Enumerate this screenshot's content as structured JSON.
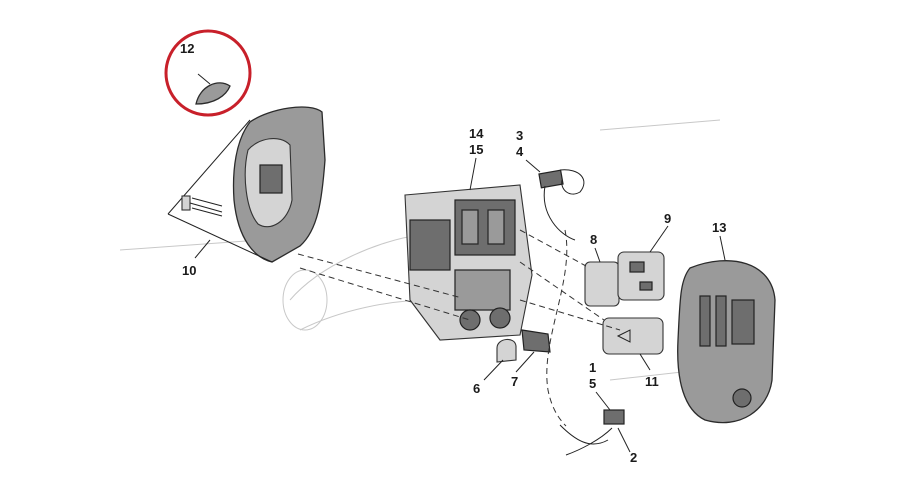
{
  "callouts": {
    "c1": "1",
    "c2": "2",
    "c3": "3",
    "c4": "4",
    "c5": "5",
    "c6": "6",
    "c7": "7",
    "c8": "8",
    "c9": "9",
    "c10": "10",
    "c11": "11",
    "c12": "12",
    "c13": "13",
    "c14": "14",
    "c15": "15"
  },
  "highlight_color": "#c8202a",
  "highlighted_callout": "12"
}
